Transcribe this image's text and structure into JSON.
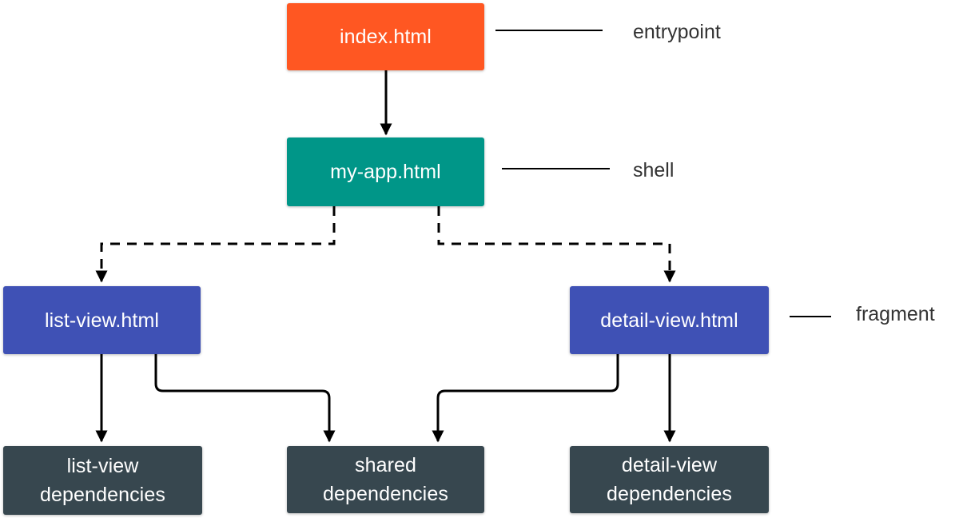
{
  "colors": {
    "entrypoint": "#ff5722",
    "shell": "#009688",
    "fragment": "#3f51b5",
    "dependencies": "#37474f",
    "text": "#333333",
    "line": "#000000"
  },
  "nodes": {
    "index": "index.html",
    "my_app": "my-app.html",
    "list_view": "list-view.html",
    "detail_view": "detail-view.html",
    "list_view_deps": [
      "list-view",
      "dependencies"
    ],
    "shared_deps": [
      "shared",
      "dependencies"
    ],
    "detail_view_deps": [
      "detail-view",
      "dependencies"
    ]
  },
  "labels": {
    "entrypoint": "entrypoint",
    "shell": "shell",
    "fragment": "fragment"
  }
}
